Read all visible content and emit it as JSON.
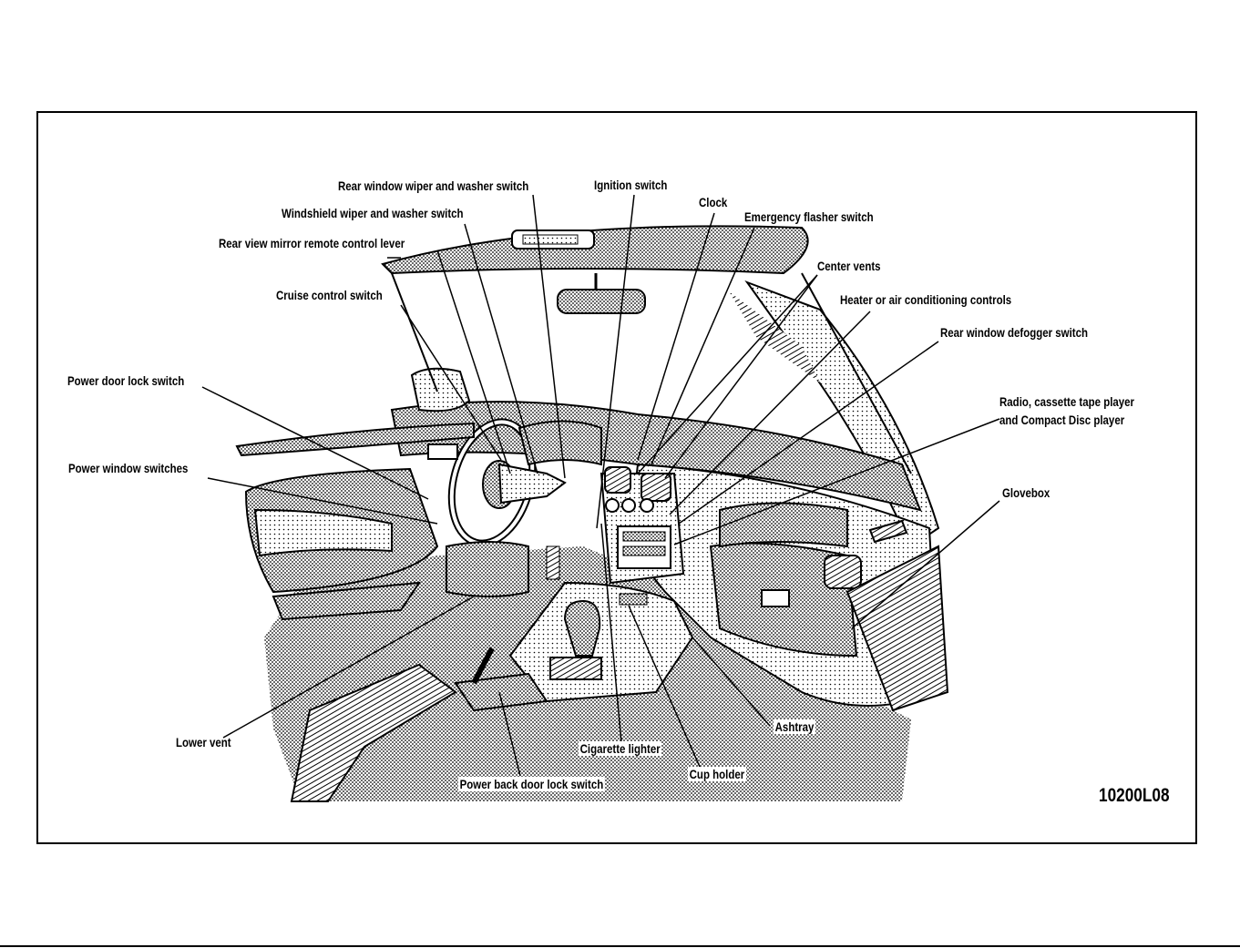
{
  "diagram": {
    "labels": {
      "rear_wiper": "Rear window wiper and washer switch",
      "ignition": "Ignition switch",
      "windshield_wiper": "Windshield wiper and washer switch",
      "clock": "Clock",
      "flasher": "Emergency flasher switch",
      "mirror_lever": "Rear view mirror remote control lever",
      "center_vents": "Center vents",
      "cruise": "Cruise control switch",
      "heater": "Heater or air conditioning controls",
      "defogger": "Rear window defogger switch",
      "door_lock": "Power door lock switch",
      "radio_line1": "Radio, cassette tape player",
      "radio_line2": "and Compact Disc player",
      "power_window": "Power window switches",
      "glovebox": "Glovebox",
      "ashtray": "Ashtray",
      "lower_vent": "Lower vent",
      "cig_lighter": "Cigarette lighter",
      "cup_holder": "Cup holder",
      "back_door_lock": "Power back door lock switch"
    },
    "figure_code": "10200L08"
  }
}
